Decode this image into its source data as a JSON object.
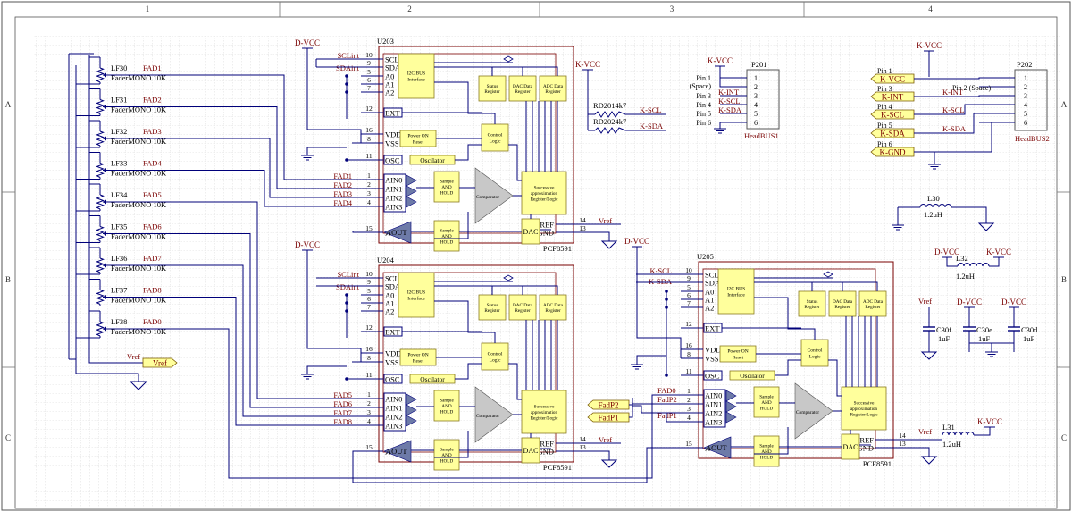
{
  "frame": {
    "columns": [
      "1",
      "2",
      "3",
      "4"
    ],
    "rows": [
      "A",
      "B",
      "C"
    ]
  },
  "faders": {
    "label_prefix": "LF",
    "items": [
      {
        "ref": "LF30",
        "net": "FAD1",
        "value": "FaderMONO 10K"
      },
      {
        "ref": "LF31",
        "net": "FAD2",
        "value": "FaderMONO 10K"
      },
      {
        "ref": "LF32",
        "net": "FAD3",
        "value": "FaderMONO 10K"
      },
      {
        "ref": "LF33",
        "net": "FAD4",
        "value": "FaderMONO 10K"
      },
      {
        "ref": "LF34",
        "net": "FAD5",
        "value": "FaderMONO 10K"
      },
      {
        "ref": "LF35",
        "net": "FAD6",
        "value": "FaderMONO 10K"
      },
      {
        "ref": "LF36",
        "net": "FAD7",
        "value": "FaderMONO 10K"
      },
      {
        "ref": "LF37",
        "net": "FAD8",
        "value": "FaderMONO 10K"
      },
      {
        "ref": "LF38",
        "net": "FAD0",
        "value": "FaderMONO 10K"
      }
    ],
    "vref_port": "Vref"
  },
  "chip_common": {
    "part": "PCF8591",
    "left_pins": [
      {
        "num": "10",
        "name": "SCL"
      },
      {
        "num": "9",
        "name": "SDA"
      },
      {
        "num": "5",
        "name": "A0"
      },
      {
        "num": "6",
        "name": "A1"
      },
      {
        "num": "7",
        "name": "A2"
      },
      {
        "num": "12",
        "name": "EXT"
      },
      {
        "num": "16",
        "name": "VDD"
      },
      {
        "num": "8",
        "name": "VSS"
      },
      {
        "num": "11",
        "name": "OSC"
      },
      {
        "num": "1",
        "name": "AIN0"
      },
      {
        "num": "2",
        "name": "AIN1"
      },
      {
        "num": "3",
        "name": "AIN2"
      },
      {
        "num": "4",
        "name": "AIN3"
      },
      {
        "num": "15",
        "name": "AOUT"
      }
    ],
    "right_pins": [
      {
        "num": "14",
        "name": "VREF"
      },
      {
        "num": "13",
        "name": "AGND"
      }
    ],
    "blocks": {
      "i2c": [
        "I2C BUS",
        "Interface"
      ],
      "status": [
        "Status",
        "Register"
      ],
      "dac_reg": [
        "DAC Data",
        "Register"
      ],
      "adc_reg": [
        "ADC Data",
        "Register"
      ],
      "power": [
        "Power ON",
        "Reset"
      ],
      "control": [
        "Control",
        "Logic"
      ],
      "oscillator": "Oscilator",
      "sh1": [
        "Sample",
        "AND",
        "HOLD"
      ],
      "sh2": [
        "Sample",
        "AND",
        "HOLD"
      ],
      "comparator": "Comparator",
      "sar": [
        "Successive",
        "approximation",
        "Register/Logic"
      ],
      "dac": "DAC"
    }
  },
  "chips": [
    {
      "ref": "U203",
      "supply": "D-VCC",
      "scl_net": "SCLint",
      "sda_net": "SDAint",
      "ain_nets": [
        "FAD1",
        "FAD2",
        "FAD3",
        "FAD4"
      ],
      "vref_net": "Vref"
    },
    {
      "ref": "U204",
      "supply": "D-VCC",
      "scl_net": "SCLint",
      "sda_net": "SDAint",
      "ain_nets": [
        "FAD5",
        "FAD6",
        "FAD7",
        "FAD8"
      ],
      "vref_net": "Vref"
    },
    {
      "ref": "U205",
      "supply": "D-VCC",
      "scl_net": "K-SCL",
      "sda_net": "K-SDA",
      "ain_nets": [
        "FAD0",
        "FadP2",
        "FadP1",
        ""
      ],
      "vref_net": "Vref"
    }
  ],
  "fadp_ports": [
    "FadP2",
    "FadP1"
  ],
  "pullups": {
    "supply": "K-VCC",
    "items": [
      {
        "ref": "RD2014k7",
        "net": "K-SCL"
      },
      {
        "ref": "RD2024k7",
        "net": "K-SDA"
      }
    ]
  },
  "p201": {
    "ref": "P201",
    "name": "HeadBUS1",
    "supply": "K-VCC",
    "pins": [
      {
        "num": "1",
        "label": "Pin 1",
        "sub": "(Space)",
        "net": ""
      },
      {
        "num": "2",
        "label": "",
        "sub": "",
        "net": ""
      },
      {
        "num": "3",
        "label": "Pin 3",
        "sub": "",
        "net": "K-INT"
      },
      {
        "num": "4",
        "label": "Pin 4",
        "sub": "",
        "net": "K-SCL"
      },
      {
        "num": "5",
        "label": "Pin 5",
        "sub": "",
        "net": "K-SDA"
      },
      {
        "num": "6",
        "label": "Pin 6",
        "sub": "",
        "net": ""
      }
    ]
  },
  "p202": {
    "ref": "P202",
    "name": "HeadBUS2",
    "supply": "K-VCC",
    "pins": [
      {
        "num": "1",
        "label": "Pin 1",
        "port": "K-VCC",
        "net": ""
      },
      {
        "num": "2",
        "label": "Pin 2 (Space)",
        "port": "",
        "net": ""
      },
      {
        "num": "3",
        "label": "Pin 3",
        "port": "K-INT",
        "net": "K-INT"
      },
      {
        "num": "4",
        "label": "Pin 4",
        "port": "K-SCL",
        "net": "K-SCL"
      },
      {
        "num": "5",
        "label": "Pin 5",
        "port": "K-SDA",
        "net": "K-SDA"
      },
      {
        "num": "6",
        "label": "Pin 6",
        "port": "K-GND",
        "net": ""
      }
    ]
  },
  "power_parts": {
    "l30": {
      "ref": "L30",
      "value": "1.2uH"
    },
    "l32": {
      "ref": "L32",
      "value": "1.2uH",
      "left_net": "D-VCC",
      "right_net": "K-VCC"
    },
    "l31": {
      "ref": "L31",
      "value": "1.2uH",
      "net_left": "Vref",
      "net_right": "K-VCC"
    },
    "caps": [
      {
        "ref": "C30f",
        "value": "1uF",
        "net": "Vref"
      },
      {
        "ref": "C30e",
        "value": "1uF",
        "net": "D-VCC"
      },
      {
        "ref": "C30d",
        "value": "1uF",
        "net": "D-VCC"
      }
    ]
  },
  "colors": {
    "wire": "#00007a",
    "label": "#7a0000",
    "chip_border": "#7a0000",
    "block_fill": "#ffff9c",
    "port_fill": "#ffff9c",
    "grid": "#c8c8c8"
  }
}
